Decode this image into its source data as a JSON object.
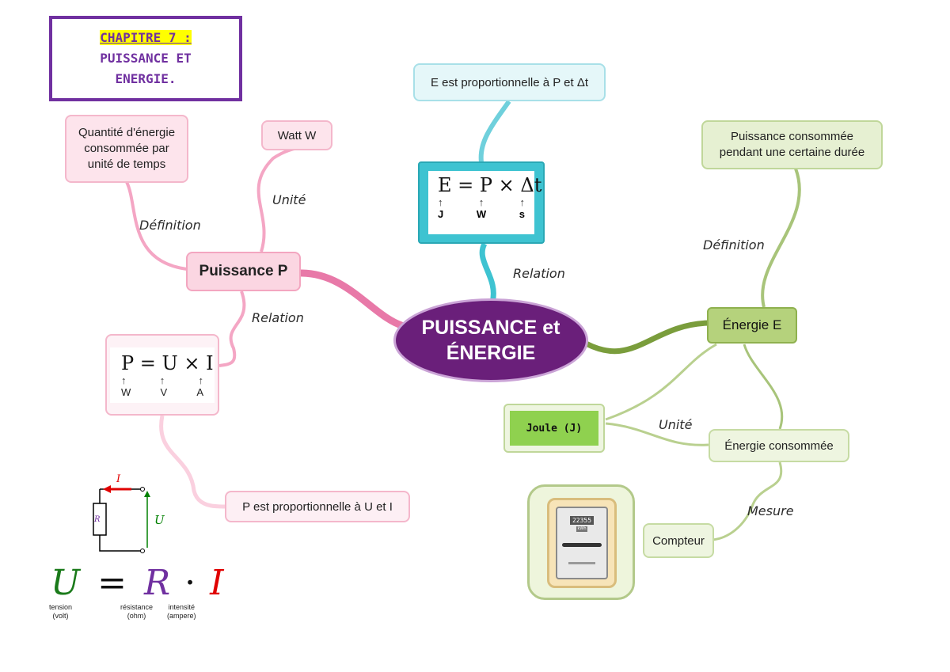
{
  "title": {
    "chapter": "CHAPITRE 7 :",
    "line1": "PUISSANCE ET",
    "line2": "ENERGIE."
  },
  "center": {
    "line1": "PUISSANCE et",
    "line2": "ÉNERGIE"
  },
  "puissance": {
    "node": "Puissance P",
    "definition_label": "Définition",
    "definition": [
      "Quantité d'énergie",
      "consommée par",
      "unité de temps"
    ],
    "unit_label": "Unité",
    "unit": "Watt W",
    "relation_label": "Relation",
    "formula": "P = U × I",
    "formula_units": [
      "W",
      "V",
      "A"
    ],
    "proportional": "P est proportionnelle à U et I"
  },
  "relation": {
    "label": "Relation",
    "formula": "E = P × Δt",
    "formula_units": [
      "J",
      "W",
      "s"
    ],
    "proportional": "E est proportionnelle à P et Δt"
  },
  "energie": {
    "node": "Énergie E",
    "definition_label": "Définition",
    "definition": [
      "Puissance consommée",
      "pendant une certaine durée"
    ],
    "unit_label": "Unité",
    "unit": "Joule (J)",
    "consumed": "Énergie consommée",
    "measure_label": "Mesure",
    "meter": "Compteur",
    "meter_display": "22355",
    "meter_unit": "kWh"
  },
  "ohm": {
    "current": "I",
    "voltage": "U",
    "resistor": "R",
    "law": {
      "U": "U",
      "eq": "=",
      "R": "R",
      "dot": "·",
      "I": "I"
    },
    "captions": {
      "U": [
        "tension",
        "(volt)"
      ],
      "R": [
        "résistance",
        "(ohm)"
      ],
      "I": [
        "intensité",
        "(ampere)"
      ]
    }
  },
  "colors": {
    "purple": "#7030a0",
    "pink": "#e879a8",
    "cyan": "#3ec3d1",
    "green": "#8fb14f",
    "center": "#6a1f7a"
  }
}
